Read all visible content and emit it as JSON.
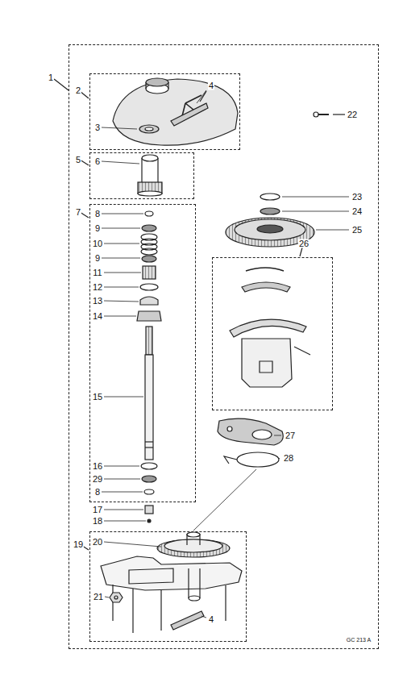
{
  "diagram": {
    "nodes": [
      {
        "text": [
          "1"
        ]
      },
      {
        "text": [
          "2"
        ],
        "in": 0
      },
      {
        "text": [
          "5"
        ],
        "in": 0
      },
      {
        "text": [
          "7"
        ],
        "in": 0
      },
      {
        "text": [
          "26"
        ],
        "in": 0
      },
      {
        "text": [
          "19"
        ],
        "in": 0
      }
    ],
    "labels": [
      "4",
      "22",
      "3",
      "6",
      "23",
      "24",
      "25",
      "8",
      "9",
      "10",
      "9",
      "11",
      "12",
      "13",
      "14",
      "15",
      "16",
      "29",
      "8",
      "27",
      "28",
      "17",
      "18",
      "20",
      "21",
      "4",
      "GC 213 A"
    ]
  }
}
